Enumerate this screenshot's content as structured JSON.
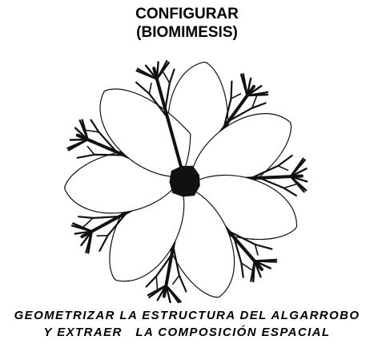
{
  "title": {
    "line1": "CONFIGURAR",
    "line2": "(BIOMIMESIS)"
  },
  "figure": {
    "icon": "algarrobo-flower-branch-icon",
    "petal_count": 7,
    "colors": {
      "stroke": "#111111",
      "center": "#111111",
      "petal_fill": "#ffffff"
    }
  },
  "caption": {
    "line1": "GEOMETRIZAR LA ESTRUCTURA DEL ALGARROBO",
    "line2": "Y EXTRAER   LA COMPOSICIÓN ESPACIAL"
  }
}
